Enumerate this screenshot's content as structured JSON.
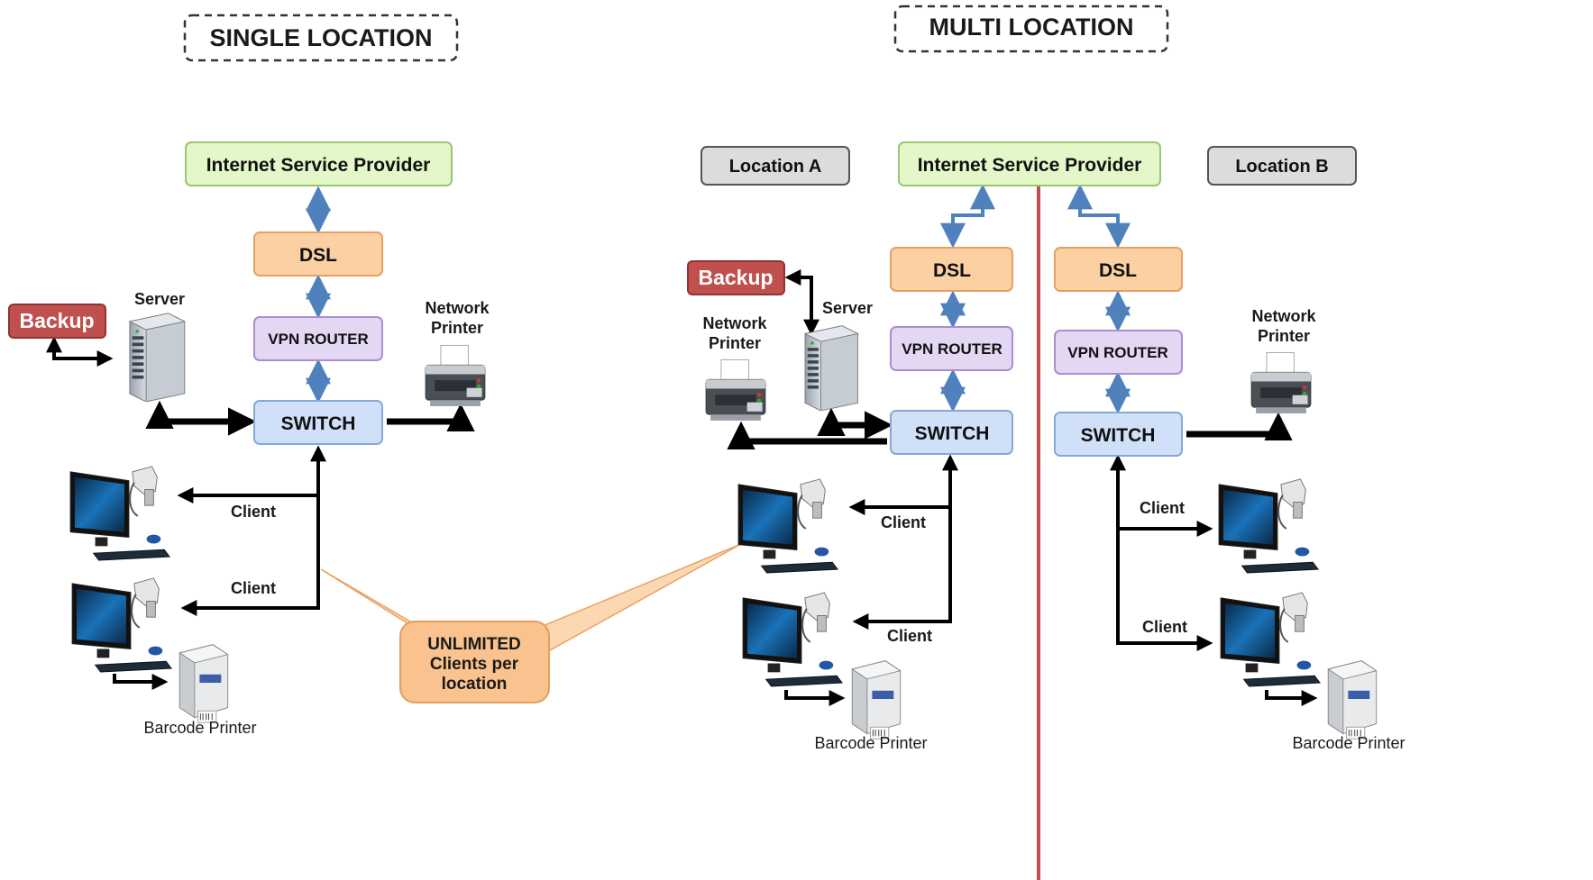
{
  "colors": {
    "isp_fill": "#e4f7c9",
    "isp_stroke": "#98c870",
    "dsl_fill": "#fbd0a3",
    "dsl_stroke": "#e6a063",
    "vpn_fill": "#e3d7f3",
    "vpn_stroke": "#a98ed0",
    "switch_fill": "#cfe0f8",
    "switch_stroke": "#84a9d8",
    "location_fill": "#dcdcdc",
    "location_stroke": "#555555",
    "backup_fill": "#c0504d",
    "callout_fill": "#f9c28e",
    "divider": "#c0504d",
    "link_blue": "#4f81bd",
    "link_black": "#000000"
  },
  "single": {
    "heading": "SINGLE LOCATION",
    "isp": "Internet Service Provider",
    "dsl": "DSL",
    "vpn": "VPN ROUTER",
    "switch": "SWITCH",
    "backup": "Backup",
    "server": "Server",
    "network_printer": [
      "Network",
      "Printer"
    ],
    "client_1": "Client",
    "client_2": "Client",
    "barcode_printer": "Barcode Printer"
  },
  "multi": {
    "heading": "MULTI LOCATION",
    "isp": "Internet Service Provider",
    "location_a": {
      "label": "Location A",
      "dsl": "DSL",
      "vpn": "VPN ROUTER",
      "switch": "SWITCH",
      "backup": "Backup",
      "server": "Server",
      "network_printer": [
        "Network",
        "Printer"
      ],
      "client_1": "Client",
      "client_2": "Client",
      "barcode_printer": "Barcode Printer"
    },
    "location_b": {
      "label": "Location B",
      "dsl": "DSL",
      "vpn": "VPN ROUTER",
      "switch": "SWITCH",
      "network_printer": [
        "Network",
        "Printer"
      ],
      "client_1": "Client",
      "client_2": "Client",
      "barcode_printer": "Barcode Printer"
    }
  },
  "callout": [
    "UNLIMITED",
    "Clients per",
    "location"
  ]
}
